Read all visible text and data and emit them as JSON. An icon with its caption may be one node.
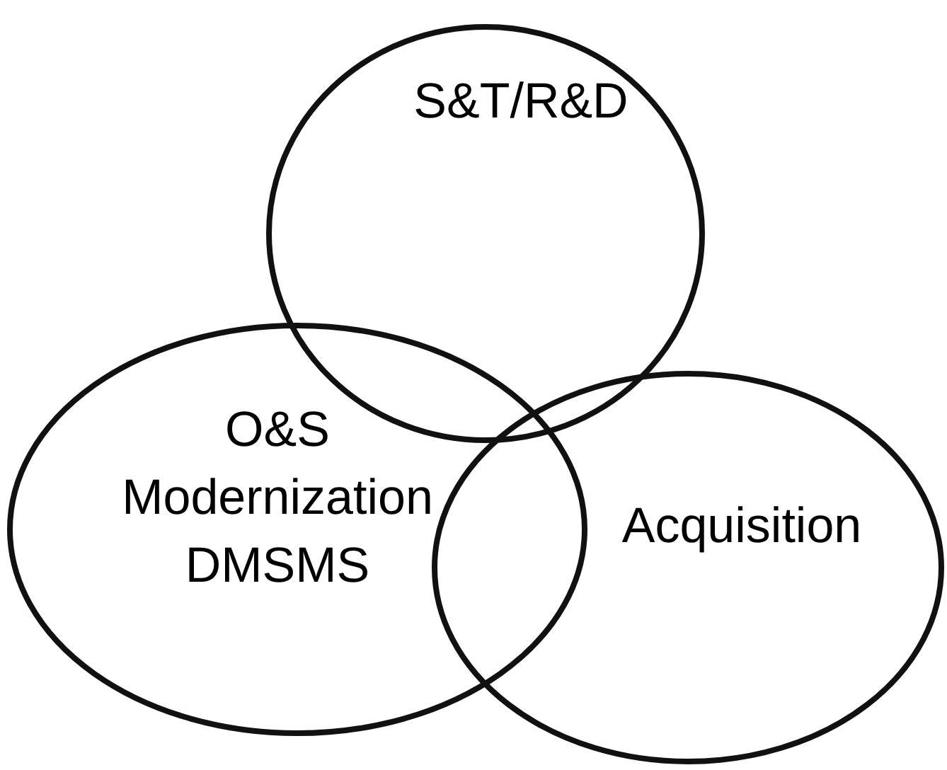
{
  "diagram": {
    "nodes": [
      {
        "text": [
          "S&T/R&D"
        ]
      },
      {
        "text": [
          "O&S",
          "Modernization",
          "DMSMS"
        ]
      },
      {
        "text": [
          "Acquisition"
        ]
      }
    ]
  }
}
